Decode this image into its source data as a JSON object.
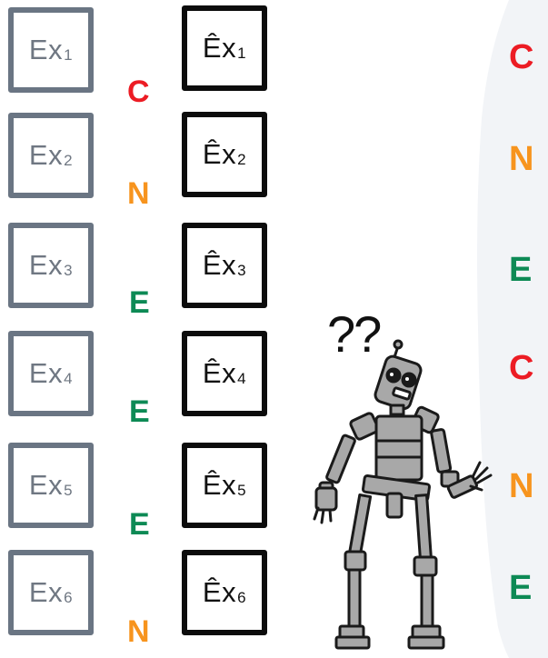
{
  "original_examples": [
    {
      "base": "Ex",
      "index": "1"
    },
    {
      "base": "Ex",
      "index": "2"
    },
    {
      "base": "Ex",
      "index": "3"
    },
    {
      "base": "Ex",
      "index": "4"
    },
    {
      "base": "Ex",
      "index": "5"
    },
    {
      "base": "Ex",
      "index": "6"
    }
  ],
  "predicted_examples": [
    {
      "base": "Êx",
      "index": "1"
    },
    {
      "base": "Êx",
      "index": "2"
    },
    {
      "base": "Êx",
      "index": "3"
    },
    {
      "base": "Êx",
      "index": "4"
    },
    {
      "base": "Êx",
      "index": "5"
    },
    {
      "base": "Êx",
      "index": "6"
    }
  ],
  "pair_labels": [
    "C",
    "N",
    "E",
    "E",
    "E",
    "N"
  ],
  "robot_labels": [
    "C",
    "N",
    "E",
    "C",
    "N",
    "E"
  ],
  "robot_thought": "??",
  "colors": {
    "C": "#ec1c24",
    "N": "#f7941e",
    "E": "#0d8a55",
    "original_border": "#6a7583",
    "predicted_border": "#0c0c0c",
    "bubble_background": "#f2f4f7"
  },
  "icons": [
    "robot-icon"
  ]
}
